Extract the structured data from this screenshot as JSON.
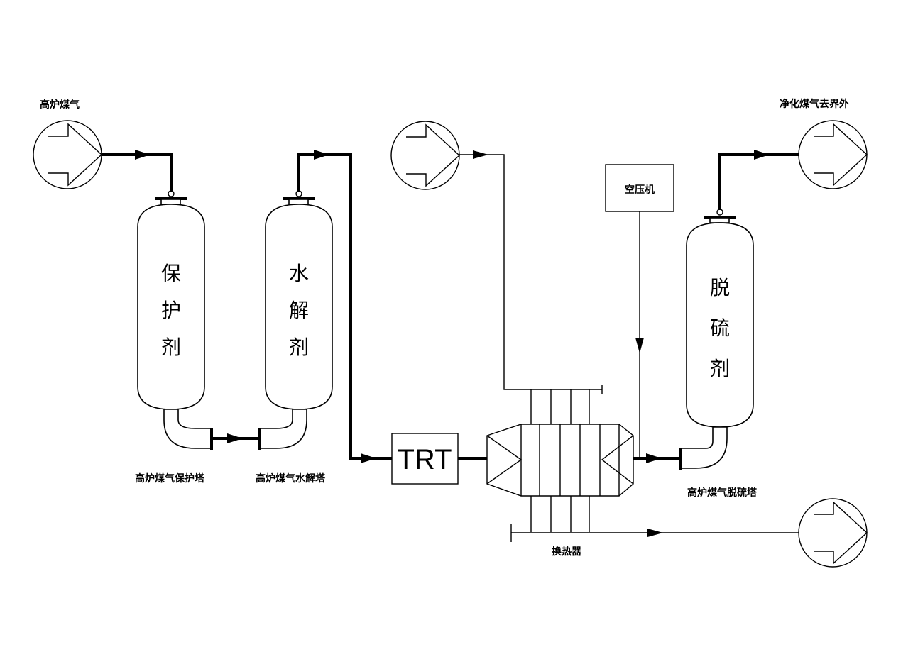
{
  "labels": {
    "inlet_gas": "高炉煤气",
    "outlet_gas": "净化煤气去界外",
    "compressor": "空压机",
    "trt": "TRT",
    "guard_tower": "高炉煤气保护塔",
    "hydrolysis_tower": "高炉煤气水解塔",
    "desulfurization_tower": "高炉煤气脱硫塔",
    "heat_exchanger": "换热器"
  },
  "vessels": {
    "guard": [
      "保",
      "护",
      "剂"
    ],
    "hydrolysis": [
      "水",
      "解",
      "剂"
    ],
    "desulfurization": [
      "脱",
      "硫",
      "剂"
    ]
  }
}
